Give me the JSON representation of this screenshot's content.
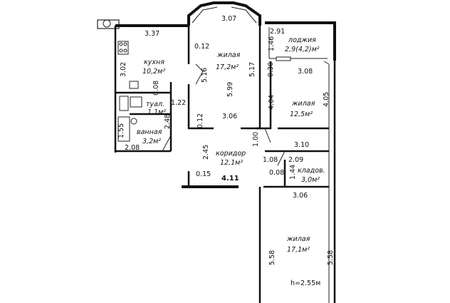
{
  "rooms": {
    "kitchen": {
      "name": "кухня",
      "area": "10,2м²"
    },
    "living1": {
      "name": "жилая",
      "area": "17,2м²"
    },
    "loggia": {
      "name": "лоджия",
      "area": "2,9(4,2)м²"
    },
    "living2": {
      "name": "жилая",
      "area": "12,5м²"
    },
    "toilet": {
      "name": "туал.",
      "area": "1,1м²"
    },
    "bath": {
      "name": "ванная",
      "area": "3,2м²"
    },
    "corridor": {
      "name": "коридор",
      "area": "12,1м²"
    },
    "storage": {
      "name": "кладов.",
      "area": "3,0м²"
    },
    "living3": {
      "name": "жилая",
      "area": "17,1м²"
    }
  },
  "dims": {
    "d337": "3.37",
    "d307": "3.07",
    "d291": "2.91",
    "d146": "1.46",
    "d012a": "0.12",
    "d302": "3.02",
    "d516": "5.16",
    "d517": "5.17",
    "d599": "5.99",
    "d030": "0.30",
    "d308": "3.08",
    "d008a": "0.08",
    "d122": "1.22",
    "d404": "4.04",
    "d405": "4.05",
    "d306a": "3.06",
    "d012b": "0.12",
    "d155": "1.55",
    "d248": "2.48",
    "d208": "2.08",
    "d100": "1.00",
    "d310": "3.10",
    "d245": "2.45",
    "d108": "1.08",
    "d209": "2.09",
    "d008b": "0.08",
    "d144": "1.44",
    "d015": "0.15",
    "d411": "4.11",
    "d306b": "3.06",
    "d558a": "5.58",
    "d558b": "5.58"
  },
  "height_note": "h=2.55м"
}
